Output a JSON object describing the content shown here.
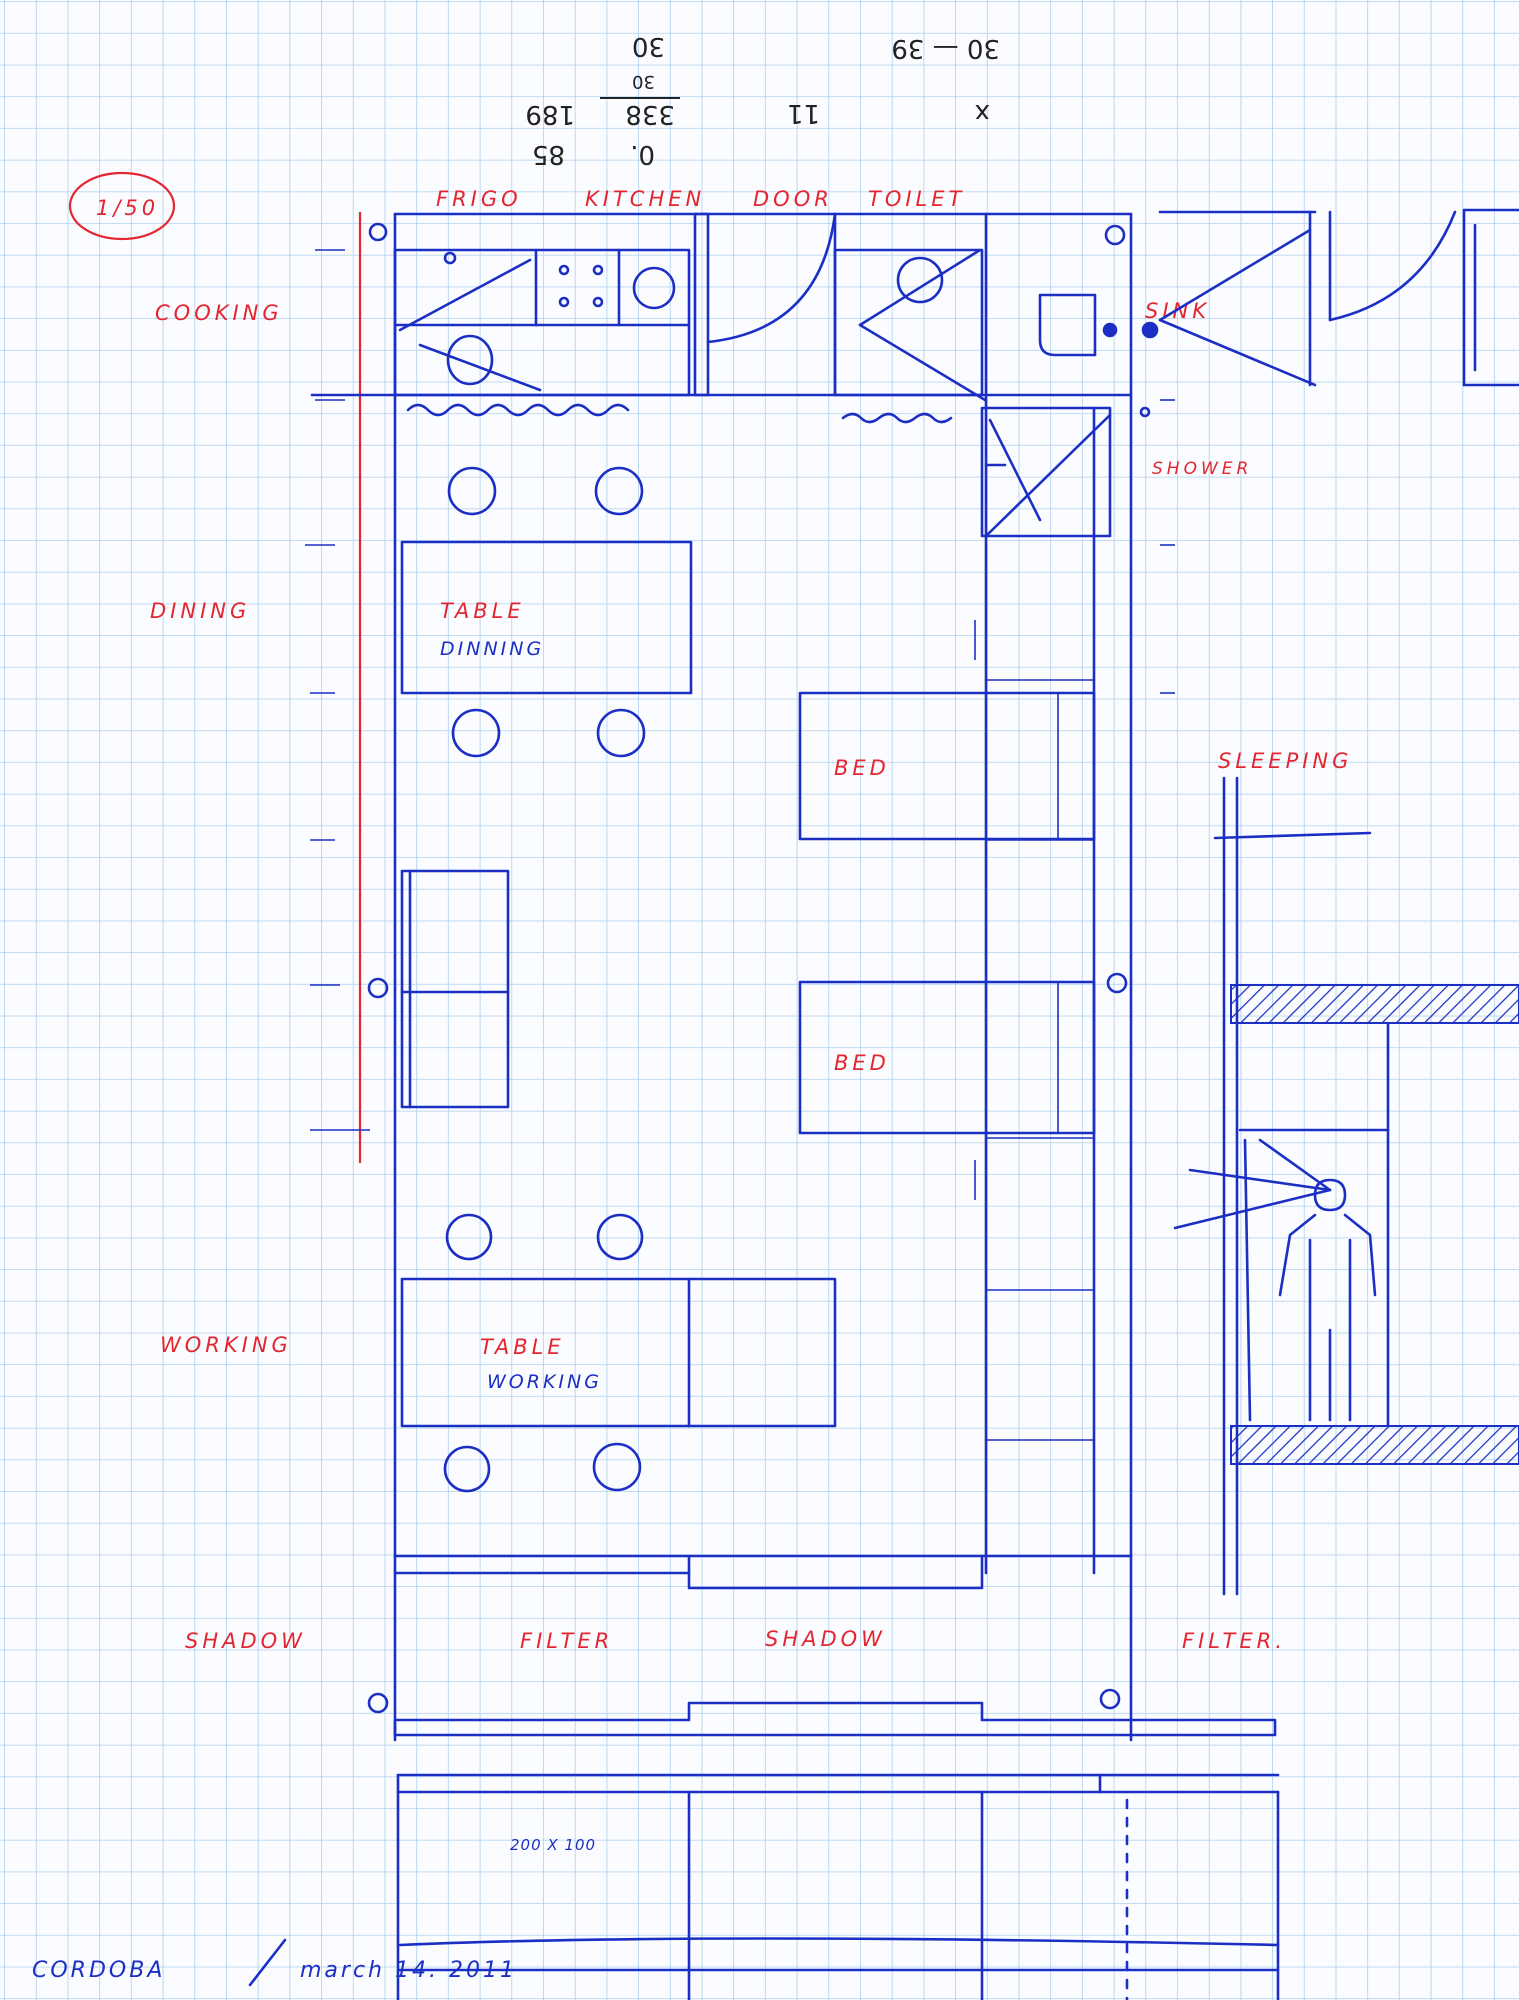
{
  "scale": "1/50",
  "top_labels": {
    "frigo": "FRIGO",
    "kitchen": "KITCHEN",
    "door": "DOOR",
    "toilet": "TOILET"
  },
  "zones": {
    "cooking": "COOKING",
    "dining": "DINING",
    "working": "WORKING",
    "sleeping": "SLEEPING"
  },
  "fixtures": {
    "sink": "SINK",
    "shower": "SHOWER"
  },
  "furniture": {
    "table1": "TABLE",
    "table1_sub": "DINNING",
    "bed1": "BED",
    "bed2": "BED",
    "table2": "TABLE",
    "table2_sub": "WORKING",
    "module": "200 X 100"
  },
  "facade": {
    "shadow1": "SHADOW",
    "filter1": "FILTER",
    "shadow2": "SHADOW",
    "filter2": "FILTER."
  },
  "upside_down_notes": {
    "a": "30 — 39",
    "b": "x",
    "c": "11",
    "d": "30",
    "e": "30",
    "f": "338",
    "g": "0.",
    "h": "189",
    "i": "85"
  },
  "signature": {
    "place": "CORDOBA",
    "date": "march 14. 2011"
  },
  "colors": {
    "ink_blue": "#1b2fc4",
    "ink_red": "#e3262f",
    "grid": "#aecfee"
  }
}
